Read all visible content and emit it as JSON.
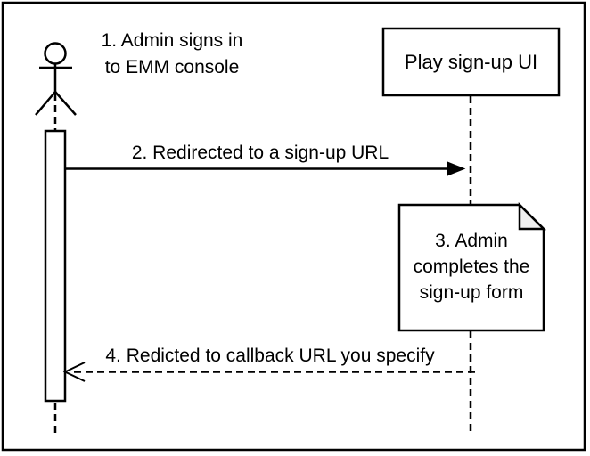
{
  "diagram": {
    "kind": "sequence-diagram",
    "actor": {
      "icon": "stick-figure",
      "step_label_line1": "1. Admin signs in",
      "step_label_line2": "to EMM console"
    },
    "participant": {
      "label": "Play sign-up UI"
    },
    "messages": [
      {
        "label": "2. Redirected to a sign-up URL",
        "line": "solid",
        "arrowhead": "filled",
        "direction": "left-to-right"
      },
      {
        "label": "4. Redicted to callback URL you specify",
        "line": "dashed",
        "arrowhead": "open",
        "direction": "right-to-left"
      }
    ],
    "note": {
      "shape": "document-with-folded-corner",
      "line1": "3. Admin",
      "line2": "completes the",
      "line3": "sign-up form"
    },
    "colors": {
      "stroke": "#000000",
      "background": "#ffffff",
      "note_fold": "#f0f0f0"
    }
  }
}
